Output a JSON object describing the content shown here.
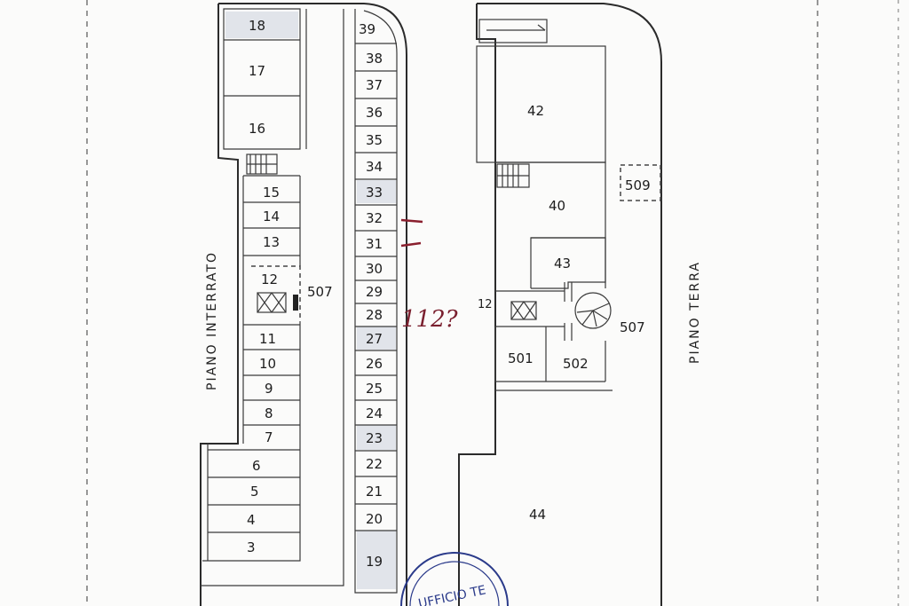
{
  "floors": {
    "basement_label": "PIANO INTERRATO",
    "ground_label": "PIANO TERRA"
  },
  "basement": {
    "left_units": [
      "18",
      "17",
      "16",
      "15",
      "14",
      "13",
      "12",
      "11",
      "10",
      "9",
      "8",
      "7",
      "6",
      "5",
      "4",
      "3"
    ],
    "right_units": [
      "39",
      "38",
      "37",
      "36",
      "35",
      "34",
      "33",
      "32",
      "31",
      "30",
      "29",
      "28",
      "27",
      "26",
      "25",
      "24",
      "23",
      "22",
      "21",
      "20",
      "19"
    ],
    "corridor_label": "507"
  },
  "ground": {
    "units": [
      "42",
      "40",
      "509",
      "43",
      "12",
      "507",
      "501",
      "502",
      "44"
    ]
  },
  "annotations": {
    "handwritten": "112?",
    "stamp_text": "UFFICIO TE"
  }
}
